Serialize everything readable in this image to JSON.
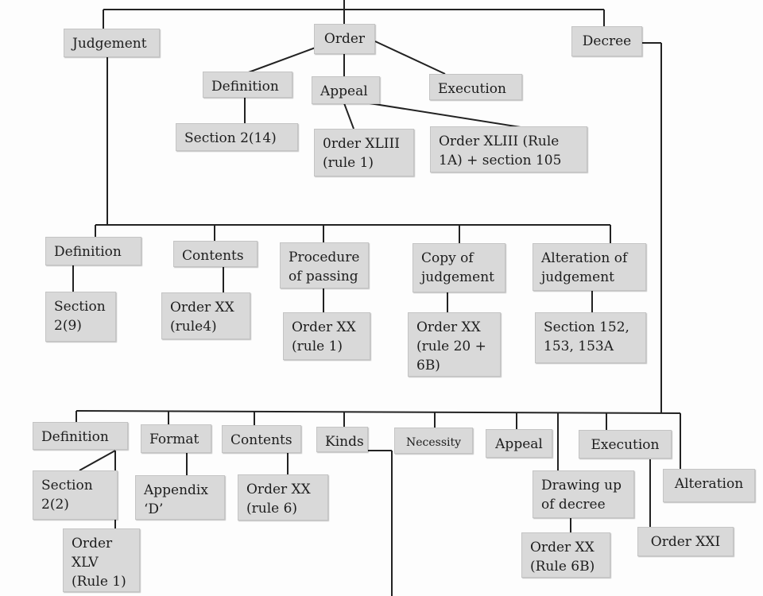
{
  "nodes": {
    "judgement": "Judgement",
    "order": "Order",
    "decree": "Decree",
    "order_definition": "Definition",
    "order_appeal": "Appeal",
    "order_execution": "Execution",
    "order_section_2_14": "Section 2(14)",
    "order_xliii_rule1": "0rder XLIII\n(rule 1)",
    "order_xliii_rule1a": "Order XLIII (Rule\n1A) + section 105",
    "judg_definition": "Definition",
    "judg_contents": "Contents",
    "judg_procedure": "Procedure\nof passing",
    "judg_copy": "Copy of\njudgement",
    "judg_alteration": "Alteration of\njudgement",
    "judg_section_2_9": "Section\n2(9)",
    "judg_order_xx_rule4": "Order XX\n(rule4)",
    "judg_order_xx_rule1": "Order XX\n(rule 1)",
    "judg_order_xx_rule20": "Order XX\n(rule 20 +\n6B)",
    "judg_section_152": "Section 152,\n153, 153A",
    "decree_definition": "Definition",
    "decree_format": "Format",
    "decree_contents": "Contents",
    "decree_kinds": "Kinds",
    "decree_necessity": "Necessity",
    "decree_appeal": "Appeal",
    "decree_execution": "Execution",
    "decree_alteration": "Alteration",
    "decree_section_2_2": "Section\n2(2)",
    "decree_order_xlv": "Order\nXLV\n(Rule 1)",
    "decree_appendix_d": "Appendix\n‘D’",
    "decree_order_xx_rule6": "Order XX\n(rule 6)",
    "decree_drawing_up": "Drawing up\nof decree",
    "decree_order_xx_rule6b": "Order XX\n(Rule 6B)",
    "decree_order_xxi": "Order XXI"
  },
  "colors": {
    "box": "#d9d9d9",
    "line": "#222222",
    "text": "#1d1d1d"
  }
}
